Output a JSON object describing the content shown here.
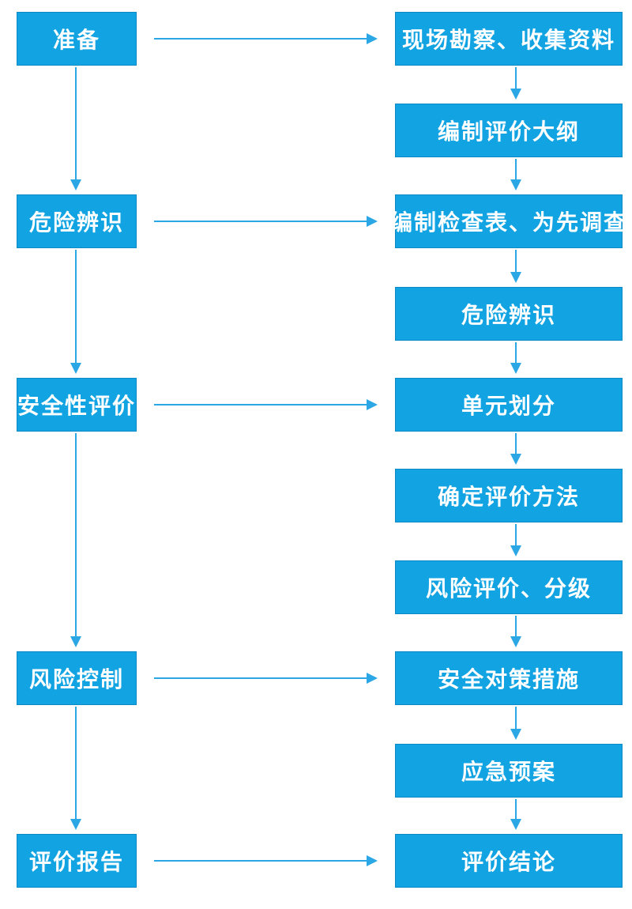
{
  "colors": {
    "box_fill": "#12a3e2",
    "box_border": "#0c88c4",
    "arrow": "#2aa7e4",
    "text": "#ffffff",
    "background": "#ffffff"
  },
  "flowchart": {
    "stages": [
      {
        "label": "准备"
      },
      {
        "label": "危险辨识"
      },
      {
        "label": "安全性评价"
      },
      {
        "label": "风险控制"
      },
      {
        "label": "评价报告"
      }
    ],
    "steps": [
      {
        "label": "现场勘察、收集资料"
      },
      {
        "label": "编制评价大纲"
      },
      {
        "label": "编制检查表、为先调查"
      },
      {
        "label": "危险辨识"
      },
      {
        "label": "单元划分"
      },
      {
        "label": "确定评价方法"
      },
      {
        "label": "风险评价、分级"
      },
      {
        "label": "安全对策措施"
      },
      {
        "label": "应急预案"
      },
      {
        "label": "评价结论"
      }
    ],
    "connections": {
      "stage_chain": [
        "准备 → 危险辨识",
        "危险辨识 → 安全性评价",
        "安全性评价 → 风险控制",
        "风险控制 → 评价报告"
      ],
      "step_chain": [
        "现场勘察、收集资料 → 编制评价大纲",
        "编制评价大纲 → 编制检查表、为先调查",
        "编制检查表、为先调查 → 危险辨识",
        "危险辨识 → 单元划分",
        "单元划分 → 确定评价方法",
        "确定评价方法 → 风险评价、分级",
        "风险评价、分级 → 安全对策措施",
        "安全对策措施 → 应急预案",
        "应急预案 → 评价结论"
      ],
      "stage_to_step": [
        {
          "from": "准备",
          "to": "现场勘察、收集资料"
        },
        {
          "from": "危险辨识",
          "to": "编制检查表、为先调查"
        },
        {
          "from": "安全性评价",
          "to": "单元划分"
        },
        {
          "from": "风险控制",
          "to": "安全对策措施"
        },
        {
          "from": "评价报告",
          "to": "评价结论"
        }
      ]
    }
  }
}
